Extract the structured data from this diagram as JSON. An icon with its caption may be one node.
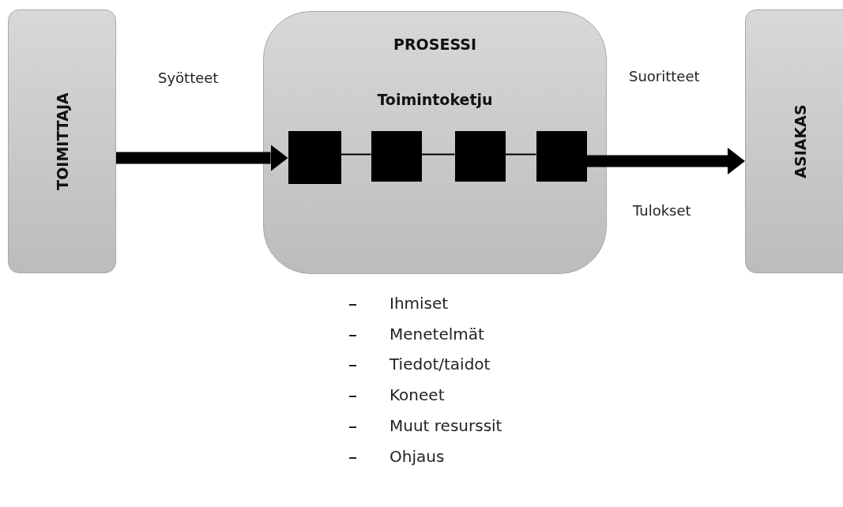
{
  "diagram": {
    "nodes": [
      {
        "text": [
          "TOIMITTAJA"
        ]
      },
      {
        "text": [
          "PROSESSI",
          "Toimintoketju"
        ]
      },
      {
        "text": [],
        "shape": "box",
        "in": 1
      },
      {
        "text": [],
        "shape": "box",
        "in": 1
      },
      {
        "text": [],
        "shape": "box",
        "in": 1
      },
      {
        "text": [],
        "shape": "box",
        "in": 1
      },
      {
        "text": [
          "ASIAKAS"
        ]
      }
    ],
    "edges": [
      {
        "from": 0,
        "to": 2,
        "arrow": "to",
        "style": "thick"
      },
      {
        "from": 2,
        "to": 3,
        "arrow": "none"
      },
      {
        "from": 3,
        "to": 4,
        "arrow": "none"
      },
      {
        "from": 4,
        "to": 5,
        "arrow": "none"
      },
      {
        "from": 5,
        "to": 6,
        "arrow": "to",
        "style": "thick"
      }
    ],
    "labels": [
      "Syötteet",
      "Suoritteet",
      "Tulokset",
      "Ihmiset",
      "Menetelmät",
      "Tiedot/taidot",
      "Koneet",
      "Muut resurssit",
      "Ohjaus"
    ]
  }
}
